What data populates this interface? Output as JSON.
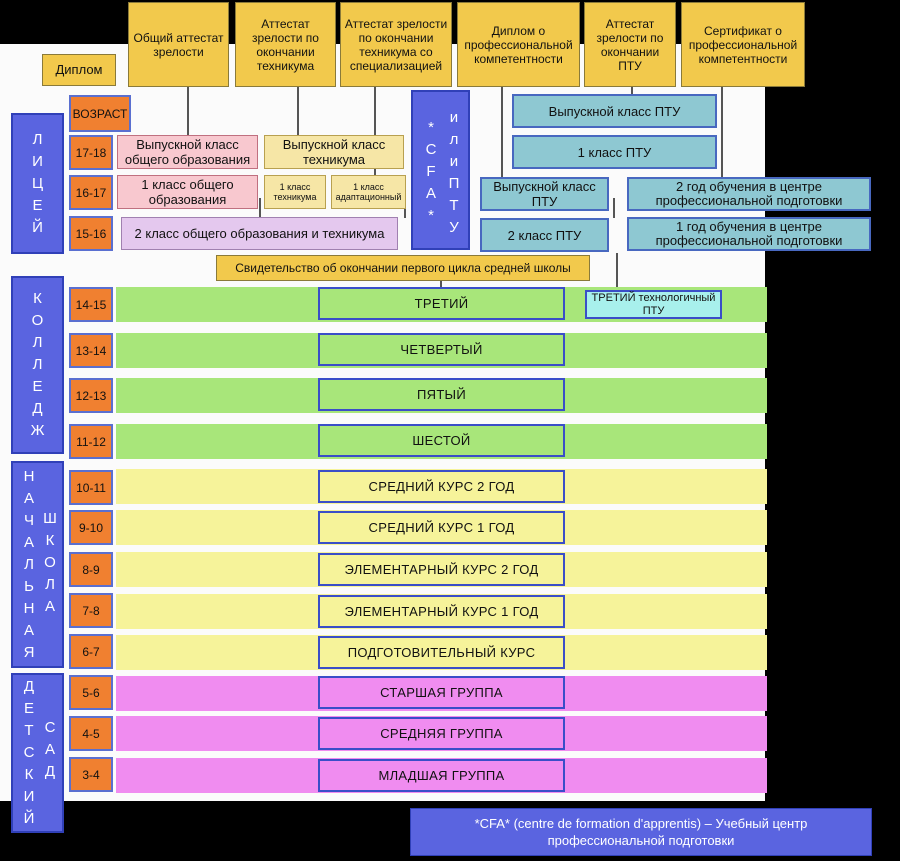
{
  "diplomas": {
    "label": "Диплом",
    "items": [
      "Общий аттестат зрелости",
      "Аттестат зрелости по окончании техникума",
      "Аттестат зрелости по окончании техникума со специализацией",
      "Диплом о профессиональной компетентности",
      "Аттестат зрелости по окончании ПТУ",
      "Сертификат о профессиональной компетентности"
    ]
  },
  "age_header": "ВОЗРАСТ",
  "ages": [
    "17-18",
    "16-17",
    "15-16",
    "14-15",
    "13-14",
    "12-13",
    "11-12",
    "10-11",
    "9-10",
    "8-9",
    "7-8",
    "6-7",
    "5-6",
    "4-5",
    "3-4"
  ],
  "sections": {
    "lyceum": [
      "Л",
      "И",
      "Ц",
      "Е",
      "Й"
    ],
    "college": [
      "К",
      "О",
      "Л",
      "Л",
      "Е",
      "Д",
      "Ж"
    ],
    "primary_a": [
      "Н",
      "А",
      "Ч",
      "А",
      "Л",
      "Ь",
      "Н",
      "А",
      "Я"
    ],
    "primary_b": [
      "Ш",
      "К",
      "О",
      "Л",
      "А"
    ],
    "kinder_a": [
      "Д",
      "Е",
      "Т",
      "С",
      "К",
      "И",
      "Й"
    ],
    "kinder_b": [
      "С",
      "А",
      "Д"
    ]
  },
  "cfa_vertical": [
    "*",
    "C",
    "F",
    "A",
    "*"
  ],
  "cfa_vertical_b": [
    "и",
    "л",
    "и",
    "П",
    "Т",
    "У"
  ],
  "lyceum_boxes": {
    "general_final": "Выпускной класс общего образования",
    "general_first": "1 класс общего образования",
    "second_joint": "2 класс общего образования и техникума",
    "tech_final": "Выпускной класс техникума",
    "tech_first": "1 класс техникума",
    "adapt_first": "1 класс адаптационный",
    "ptu_final_top": "Выпускной класс ПТУ",
    "ptu_first": "1 класс ПТУ",
    "ptu_final_low": "Выпускной класс ПТУ",
    "ptu_second": "2 класс ПТУ",
    "center_second": "2 год обучения в центре профессиональной подготовки",
    "center_first": "1 год обучения в центре профессиональной подготовки"
  },
  "certificate": "Свидетельство об окончании первого цикла средней школы",
  "college_levels": [
    "ТРЕТИЙ",
    "ЧЕТВЕРТЫЙ",
    "ПЯТЫЙ",
    "ШЕСТОЙ"
  ],
  "tech_third": "ТРЕТИЙ технологичный ПТУ",
  "primary_levels": [
    "СРЕДНИЙ КУРС 2 ГОД",
    "СРЕДНИЙ КУРС 1 ГОД",
    "ЭЛЕМЕНТАРНЫЙ КУРС 2 ГОД",
    "ЭЛЕМЕНТАРНЫЙ КУРС 1 ГОД",
    "ПОДГОТОВИТЕЛЬНЫЙ КУРС"
  ],
  "kinder_levels": [
    "СТАРШАЯ ГРУППА",
    "СРЕДНЯЯ ГРУППА",
    "МЛАДШАЯ ГРУППА"
  ],
  "footnote": "*CFA* (centre de formation d'apprentis) – Учебный центр профессиональной подготовки",
  "colors": {
    "college": "#a8e67a",
    "primary": "#f6f39a",
    "kinder": "#f08cf0",
    "age": "#f08030",
    "side": "#5a64e0",
    "diploma": "#f2c94c"
  }
}
